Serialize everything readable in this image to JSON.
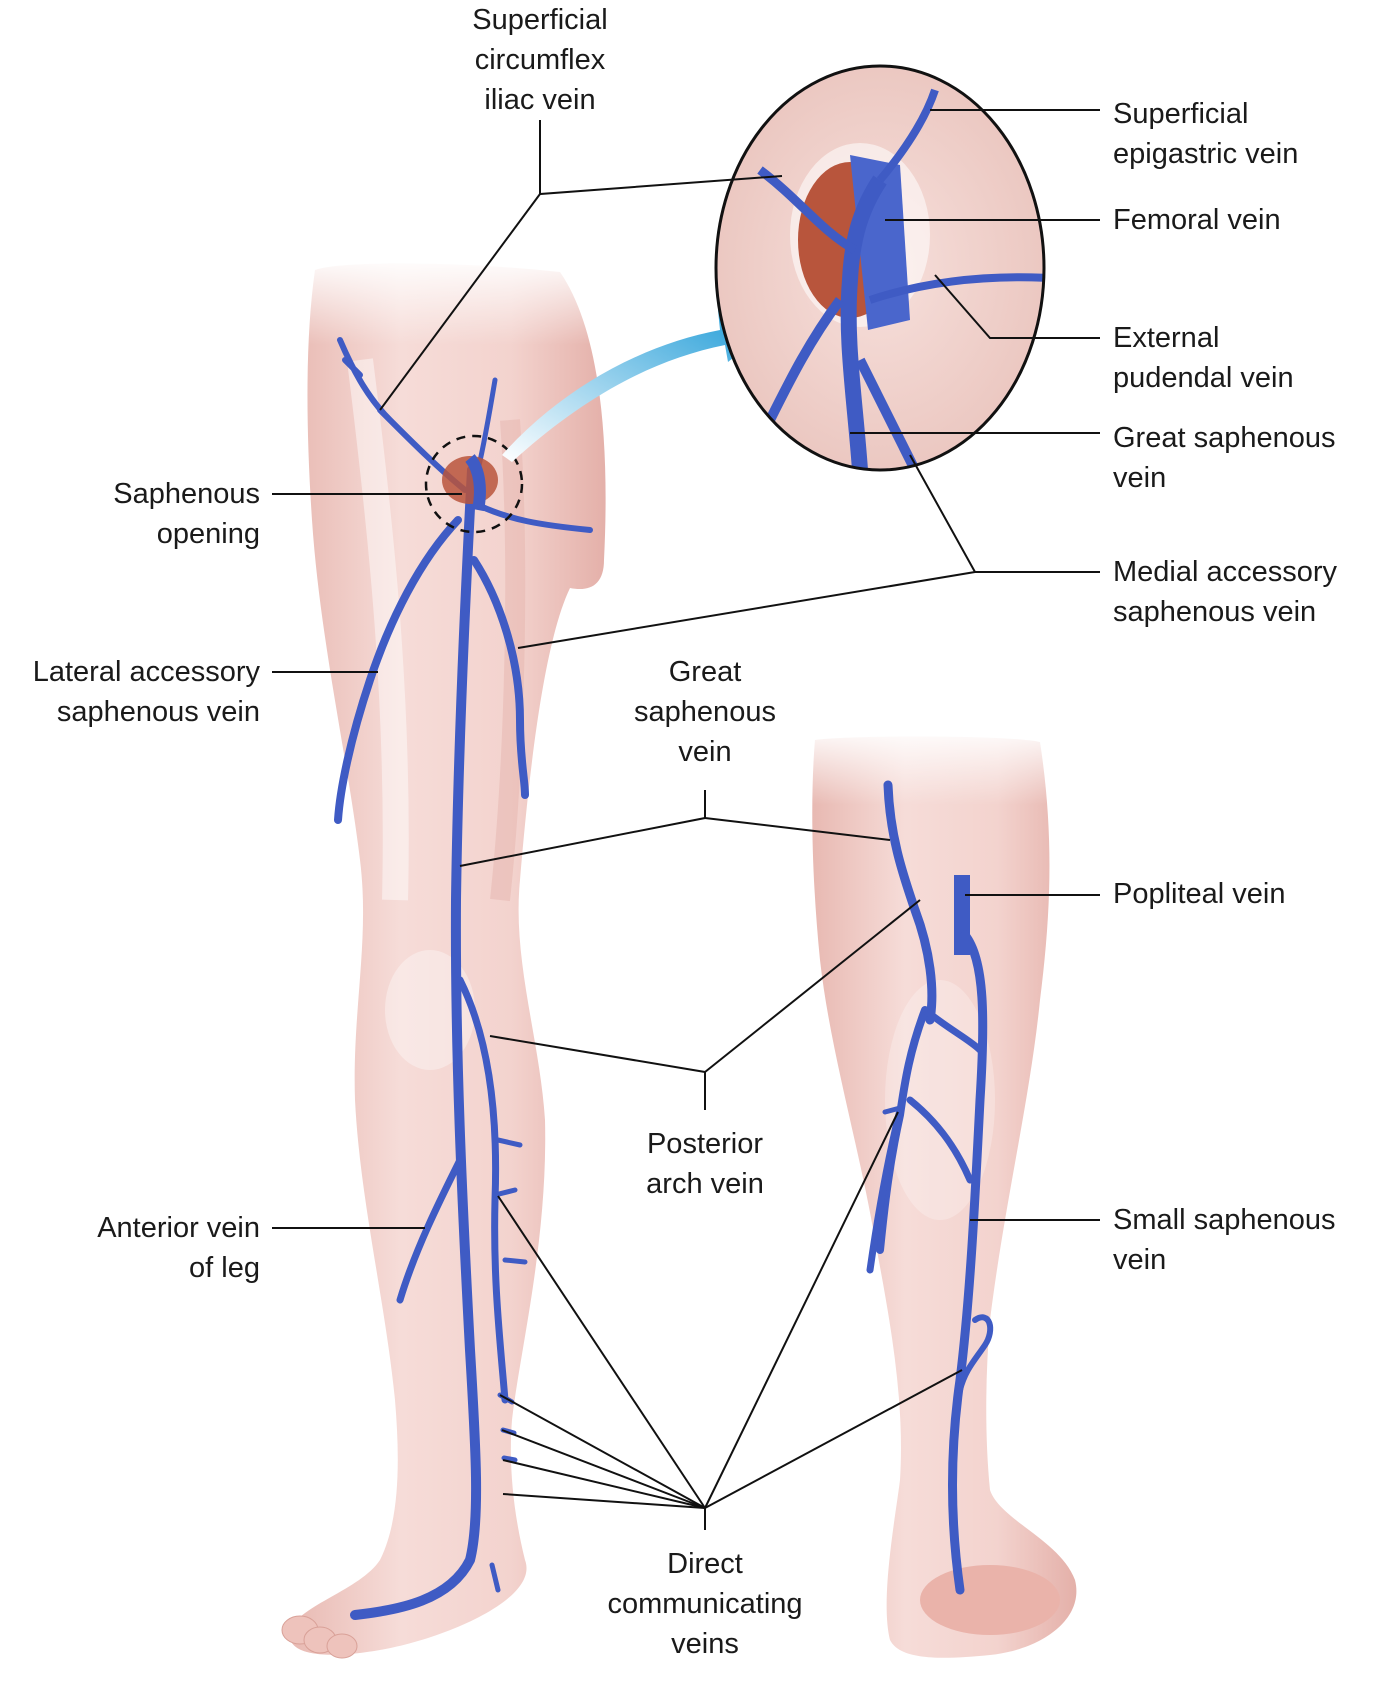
{
  "colors": {
    "skin": "#f3d4d0",
    "skin_shadow": "#e6b7b0",
    "vein": "#3f5bc4",
    "vein_dark": "#2a3f96",
    "opening": "#b8553c",
    "leader": "#111111",
    "arrow_start": "#ffffff",
    "arrow_end": "#1e9bd7"
  },
  "icons": {
    "zoom_arrow": "curved-arrow-icon",
    "opening_marker": "dashed-circle-icon"
  },
  "labels": {
    "superficial_circumflex_iliac_vein": [
      "Superficial",
      "circumflex",
      "iliac vein"
    ],
    "superficial_epigastric_vein": [
      "Superficial",
      "epigastric vein"
    ],
    "femoral_vein": [
      "Femoral vein"
    ],
    "external_pudendal_vein": [
      "External",
      "pudendal vein"
    ],
    "great_saphenous_vein_inset": [
      "Great saphenous",
      "vein"
    ],
    "saphenous_opening": [
      "Saphenous",
      "opening"
    ],
    "medial_accessory_saphenous_vein": [
      "Medial accessory",
      "saphenous vein"
    ],
    "lateral_accessory_saphenous_vein": [
      "Lateral accessory",
      "saphenous vein"
    ],
    "great_saphenous_vein_center": [
      "Great",
      "saphenous",
      "vein"
    ],
    "popliteal_vein": [
      "Popliteal vein"
    ],
    "posterior_arch_vein": [
      "Posterior",
      "arch vein"
    ],
    "anterior_vein_of_leg": [
      "Anterior vein",
      "of leg"
    ],
    "small_saphenous_vein": [
      "Small saphenous",
      "vein"
    ],
    "direct_communicating_veins": [
      "Direct",
      "communicating",
      "veins"
    ]
  }
}
